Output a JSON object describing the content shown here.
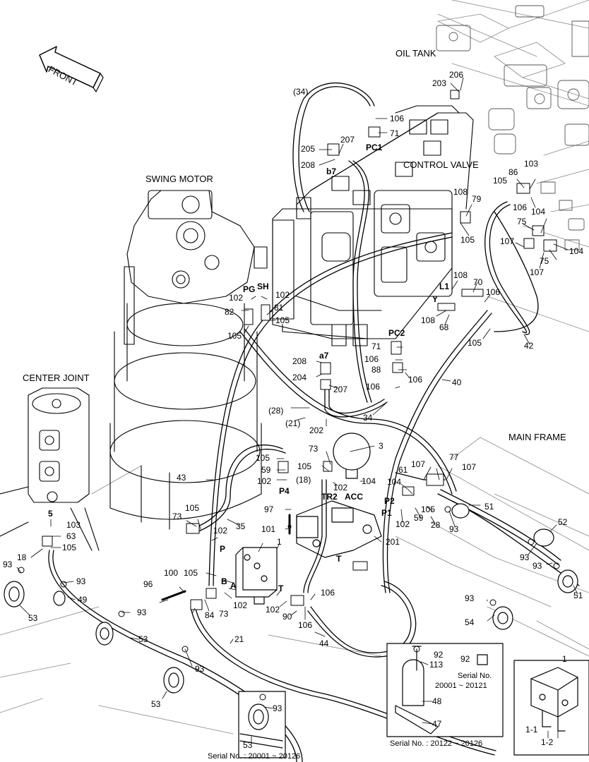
{
  "titles": {
    "oil_tank": "OIL TANK",
    "control_valve": "CONTROL VALVE",
    "swing_motor": "SWING MOTOR",
    "center_joint": "CENTER JOINT",
    "main_frame": "MAIN FRAME",
    "front": "FRONT"
  },
  "ports": {
    "pc1": "PC1",
    "b7": "b7",
    "pg": "PG",
    "sh": "SH",
    "pc2": "PC2",
    "a7": "a7",
    "l1": "L1",
    "y": "Y",
    "p4": "P4",
    "tr2": "TR2",
    "acc": "ACC",
    "p2": "P2",
    "p1": "P1",
    "p": "P",
    "b": "B",
    "a": "A",
    "t": "T",
    "t2": "T",
    "five": "5"
  },
  "parts": {
    "p34": "(34)",
    "p106a": "106",
    "p71a": "71",
    "p205": "205",
    "p207a": "207",
    "p208a": "208",
    "p206": "206",
    "p203": "203",
    "p86": "86",
    "p105a": "105",
    "p103a": "103",
    "p106b": "106",
    "p108a": "108",
    "p79": "79",
    "p105b": "105",
    "p75a": "75",
    "p104a": "104",
    "p107a": "107",
    "p75b": "75",
    "p104b": "104",
    "p107b": "107",
    "p108b": "108",
    "p70": "70",
    "p106c": "106",
    "p108c": "108",
    "p68": "68",
    "p105c": "105",
    "p42": "42",
    "p102a": "102",
    "p102b": "102",
    "p82": "82",
    "p81": "81",
    "p105d": "105",
    "p105e": "105",
    "p71b": "71",
    "p106d": "106",
    "p88": "88",
    "p106e": "106",
    "p106f": "106",
    "p40": "40",
    "p208b": "208",
    "p204": "204",
    "p207b": "207",
    "p28a": "(28)",
    "p21a": "(21)",
    "p202": "202",
    "p34b": "34",
    "p3": "3",
    "p73a": "73",
    "p105f": "105",
    "p59a": "59",
    "p102c": "102",
    "p105g": "105",
    "p18a": "(18)",
    "p102d": "102",
    "p104c": "104",
    "p61": "61",
    "p107c": "107",
    "p77": "77",
    "p107d": "107",
    "p104d": "104",
    "p105h": "105",
    "p102e": "102",
    "p59b": "59",
    "p28b": "28",
    "p93a": "93",
    "p51a": "51",
    "p52": "52",
    "p93b": "93",
    "p93c": "93",
    "p51b": "51",
    "p43": "43",
    "p97": "97",
    "p101": "101",
    "p201": "201",
    "p35": "35",
    "p73b": "73",
    "p105i": "105",
    "p102f": "102",
    "p1": "1",
    "p103b": "103",
    "p63": "63",
    "p105j": "105",
    "p18b": "18",
    "p93d": "93",
    "p93e": "93",
    "p49": "49",
    "p53a": "53",
    "p100": "100",
    "p105k": "105",
    "p96": "96",
    "p84": "84",
    "p73c": "73",
    "p102g": "102",
    "p102h": "102",
    "p90": "90",
    "p106g": "106",
    "p106h": "106",
    "p44": "44",
    "p93f": "93",
    "p53b": "53",
    "p21b": "21",
    "p93g": "93",
    "p53c": "53",
    "p93h": "93",
    "p54": "54",
    "p92a": "92",
    "p113": "113",
    "p92b": "92",
    "p48": "48",
    "p47": "47",
    "p93i": "93",
    "p53d": "53",
    "p1b": "1",
    "p1_1": "1-1",
    "p1_2": "1-2"
  },
  "serials": {
    "s1": "Serial No. : 20001 ~ 20126",
    "s2": "Serial No. : 20122 ~ 20126",
    "s3a": "Serial No.",
    "s3b": "20001 ~ 20121"
  }
}
